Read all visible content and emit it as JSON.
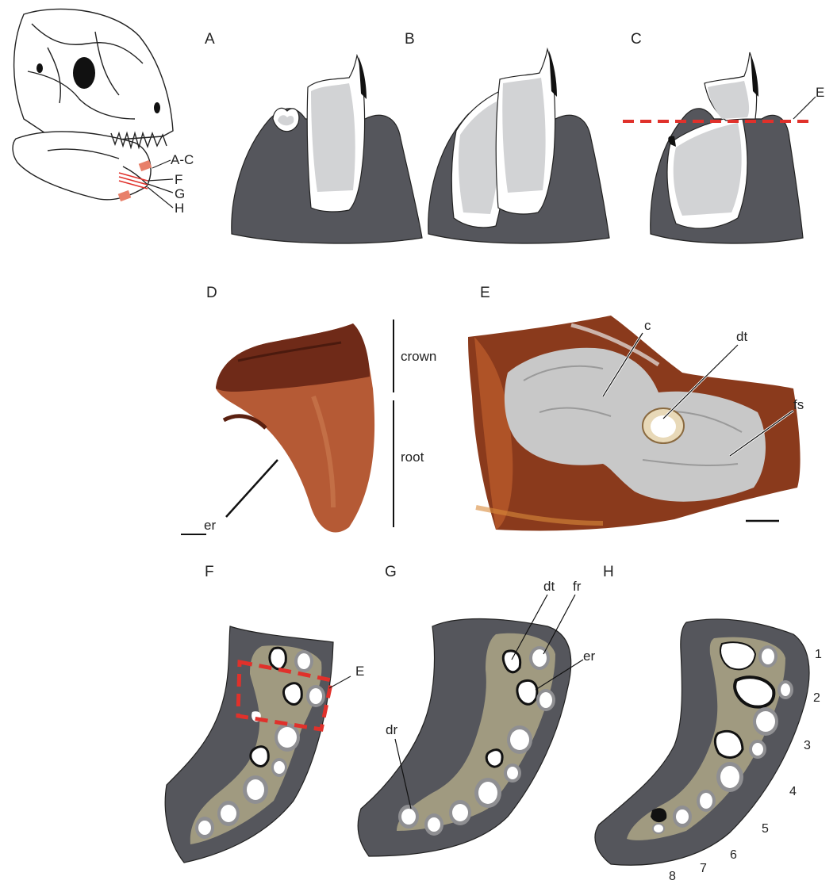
{
  "panels": {
    "A": "A",
    "B": "B",
    "C": "C",
    "D": "D",
    "E": "E",
    "F": "F",
    "G": "G",
    "H": "H"
  },
  "skull_labels": {
    "ac": "A-C",
    "f": "F",
    "g": "G",
    "h": "H"
  },
  "panel_c": {
    "section_label": "E"
  },
  "panel_d": {
    "crown": "crown",
    "root": "root",
    "er": "er"
  },
  "panel_e": {
    "c": "c",
    "dt": "dt",
    "fs": "fs"
  },
  "panel_f": {
    "box_label": "E"
  },
  "panel_g": {
    "dt": "dt",
    "fr": "fr",
    "er": "er",
    "dr": "dr"
  },
  "panel_h": {
    "positions": [
      "1",
      "2",
      "3",
      "4",
      "5",
      "6",
      "7",
      "8"
    ]
  },
  "colors": {
    "bone": "#55565c",
    "tooth": "#d2d3d5",
    "resorption": "#a09a80",
    "section_red": "#e0312b",
    "photo_tooth": "#b55a35",
    "photo_bone": "#8a3a1c",
    "photo_infill": "#c8c8c8"
  }
}
